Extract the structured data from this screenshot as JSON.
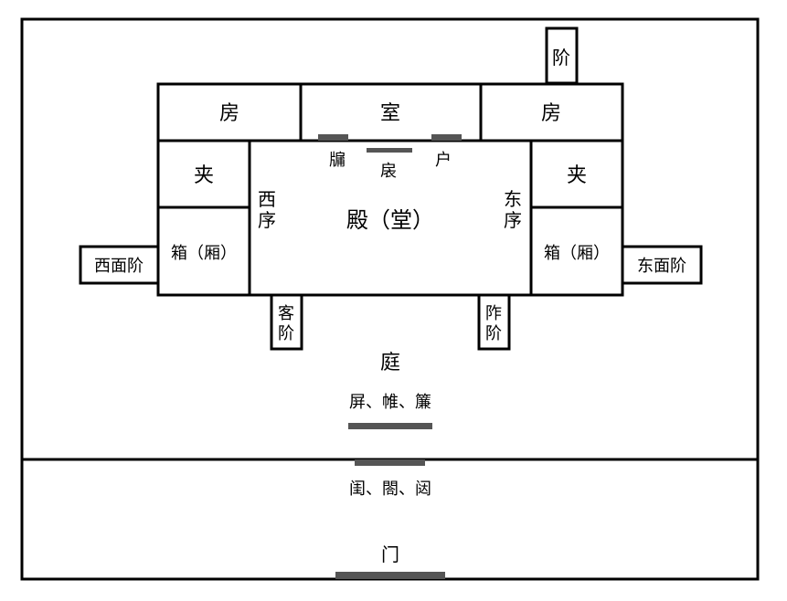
{
  "labels": {
    "top_stair": "阶",
    "fang_left": "房",
    "shi": "室",
    "fang_right": "房",
    "jia_left": "夹",
    "jia_right": "夹",
    "yong": "牖",
    "yi": "扆",
    "hu": "户",
    "xixu_1": "西",
    "xixu_2": "序",
    "dongxu_1": "东",
    "dongxu_2": "序",
    "dian": "殿（堂）",
    "xiang_left": "箱（厢）",
    "xiang_right": "箱（厢）",
    "west_stair": "西面阶",
    "east_stair": "东面阶",
    "kejie_1": "客",
    "kejie_2": "阶",
    "zuojie_1": "阼",
    "zuojie_2": "阶",
    "ting": "庭",
    "screens": "屏、帷、簾",
    "gates": "闺、閤、闼",
    "men": "门"
  }
}
